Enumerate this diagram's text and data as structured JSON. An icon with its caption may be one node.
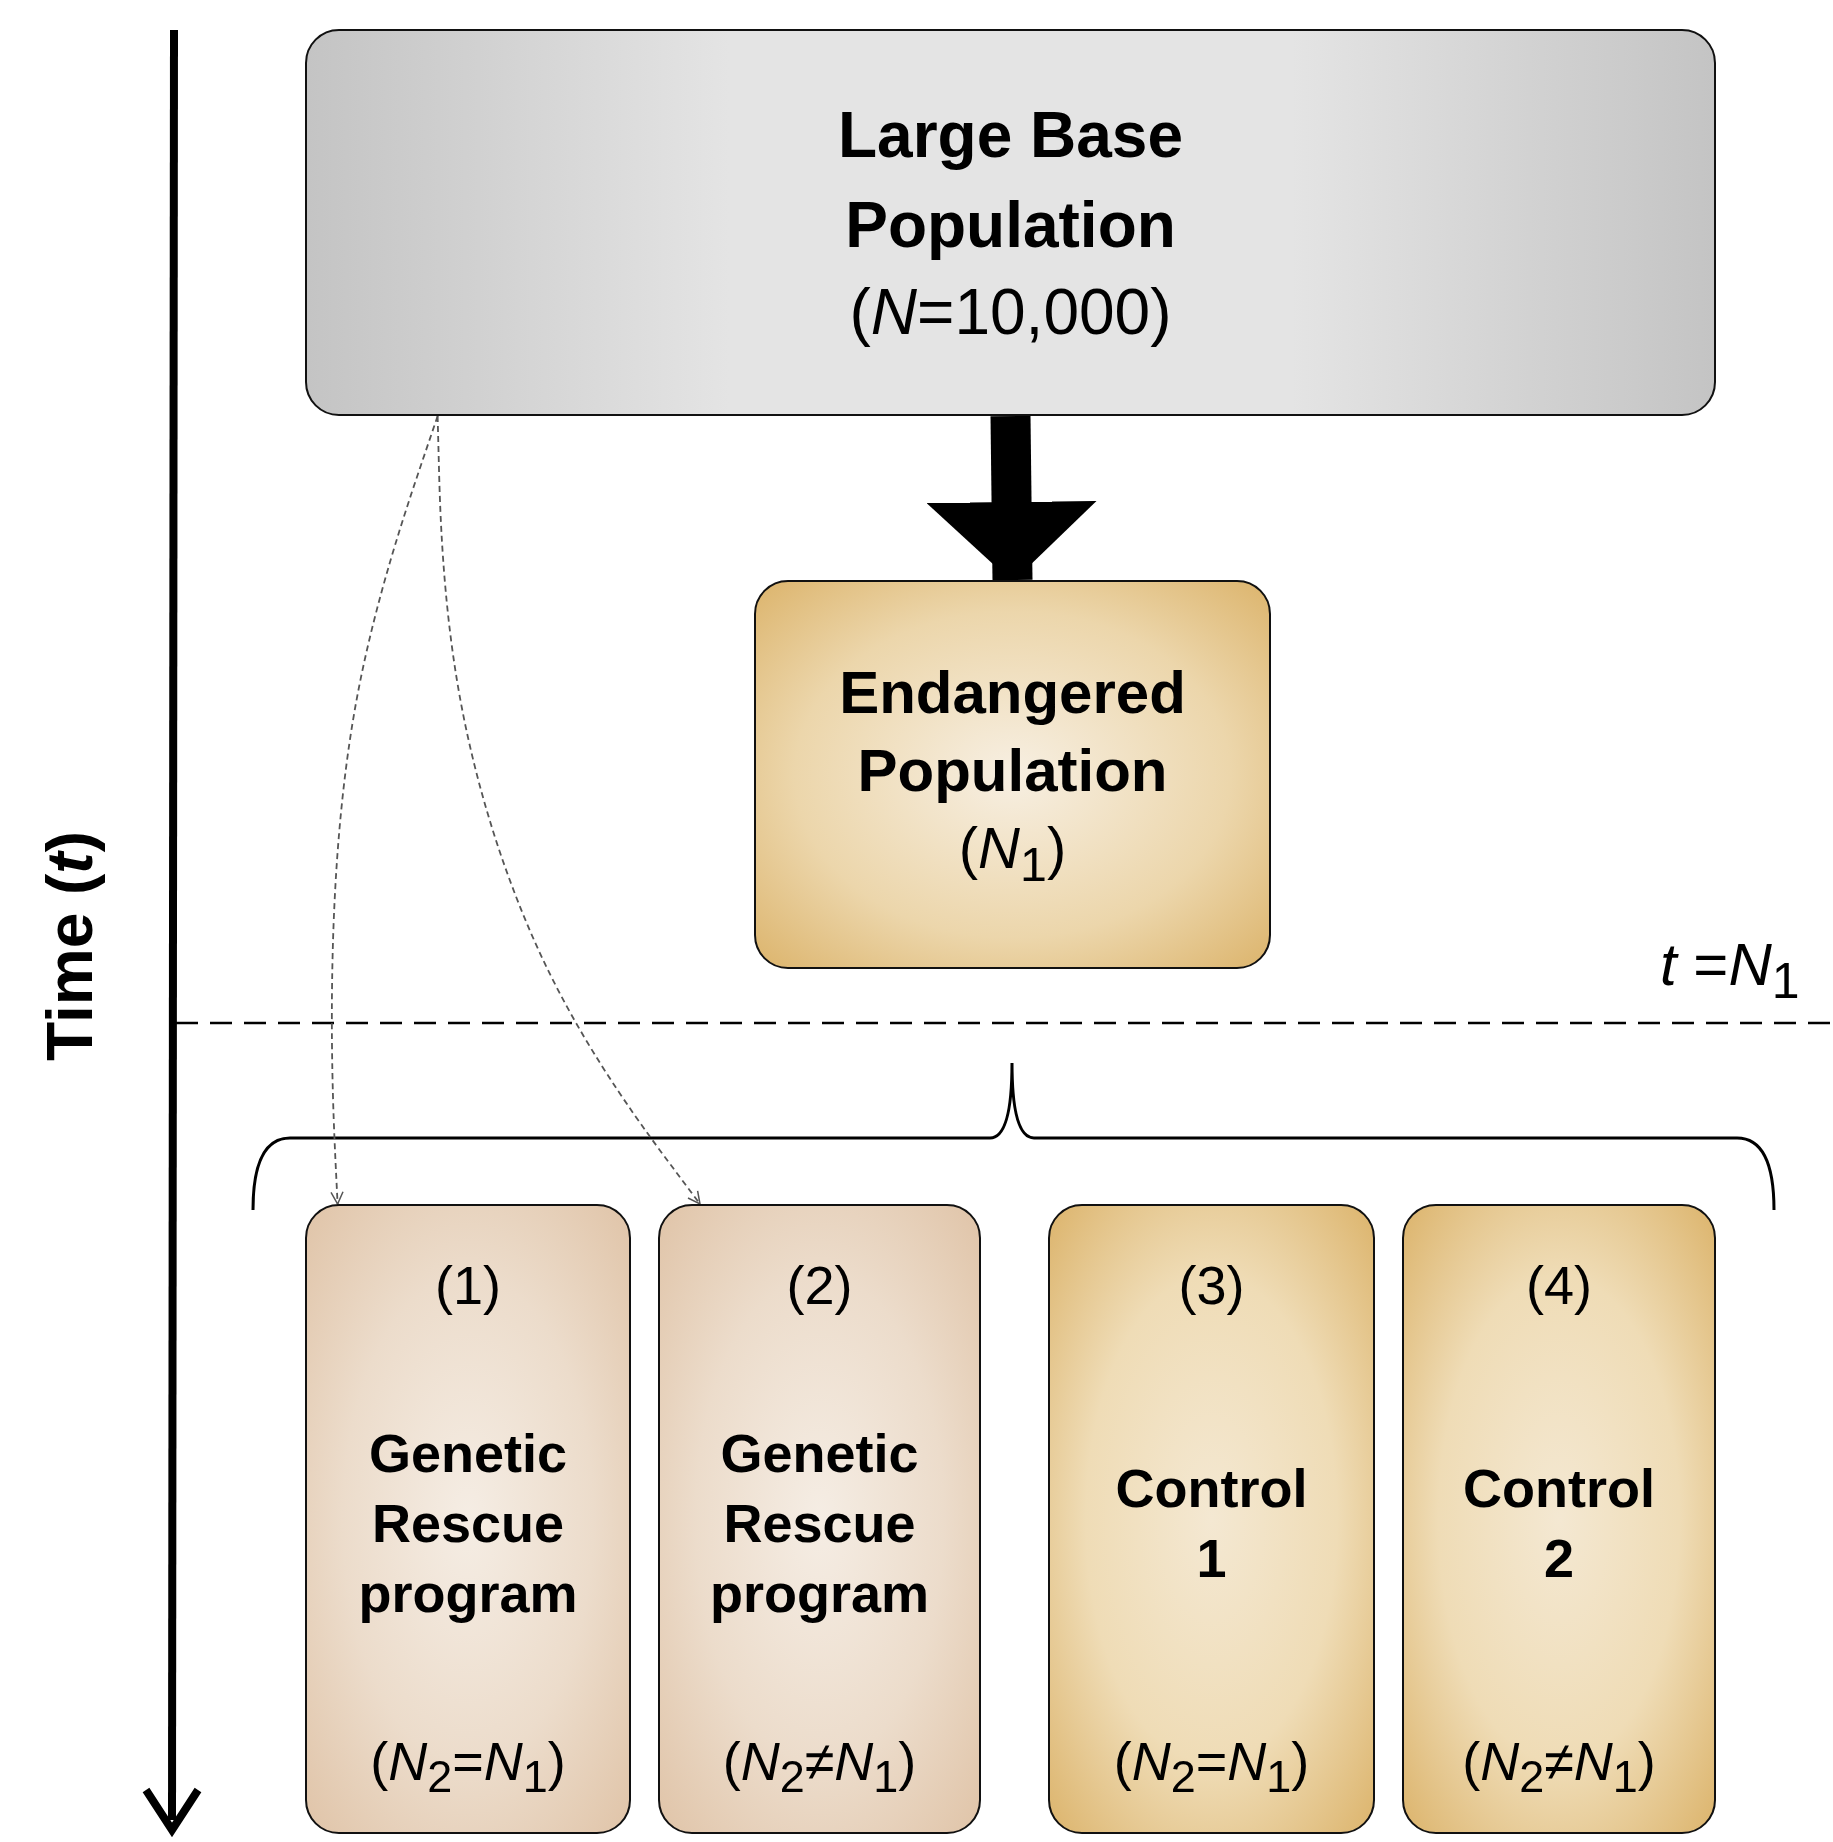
{
  "diagram": {
    "nodes": [
      {
        "text": [
          "Large Base Population",
          "(*N*=10,000)"
        ]
      },
      {
        "text": [
          "Endangered Population",
          "(*N*$_{1}$)"
        ]
      },
      {
        "text": [
          "(1)",
          "Genetic Rescue program",
          "(*N*$_{2}$=*N*$_{1}$)"
        ]
      },
      {
        "text": [
          "(2)",
          "Genetic Rescue program",
          "(*N*$_{2}$≠*N*$_{1}$)"
        ]
      },
      {
        "text": [
          "(3)",
          "Control 1",
          "(*N*$_{2}$=*N*$_{1}$)"
        ]
      },
      {
        "text": [
          "(4)",
          "Control 2",
          "(*N*$_{2}$≠*N*$_{1}$)"
        ]
      }
    ],
    "edges": [
      {
        "from": 0,
        "to": 1,
        "arrow": "to",
        "style": "thick"
      },
      {
        "from": 0,
        "to": 2,
        "arrow": "to",
        "style": "dashed",
        "color": "#555555"
      },
      {
        "from": 0,
        "to": 3,
        "arrow": "to",
        "style": "dashed",
        "color": "#555555"
      }
    ],
    "labels": [
      "Time (*t*)",
      "*t* =*N*$_{1}$"
    ]
  }
}
